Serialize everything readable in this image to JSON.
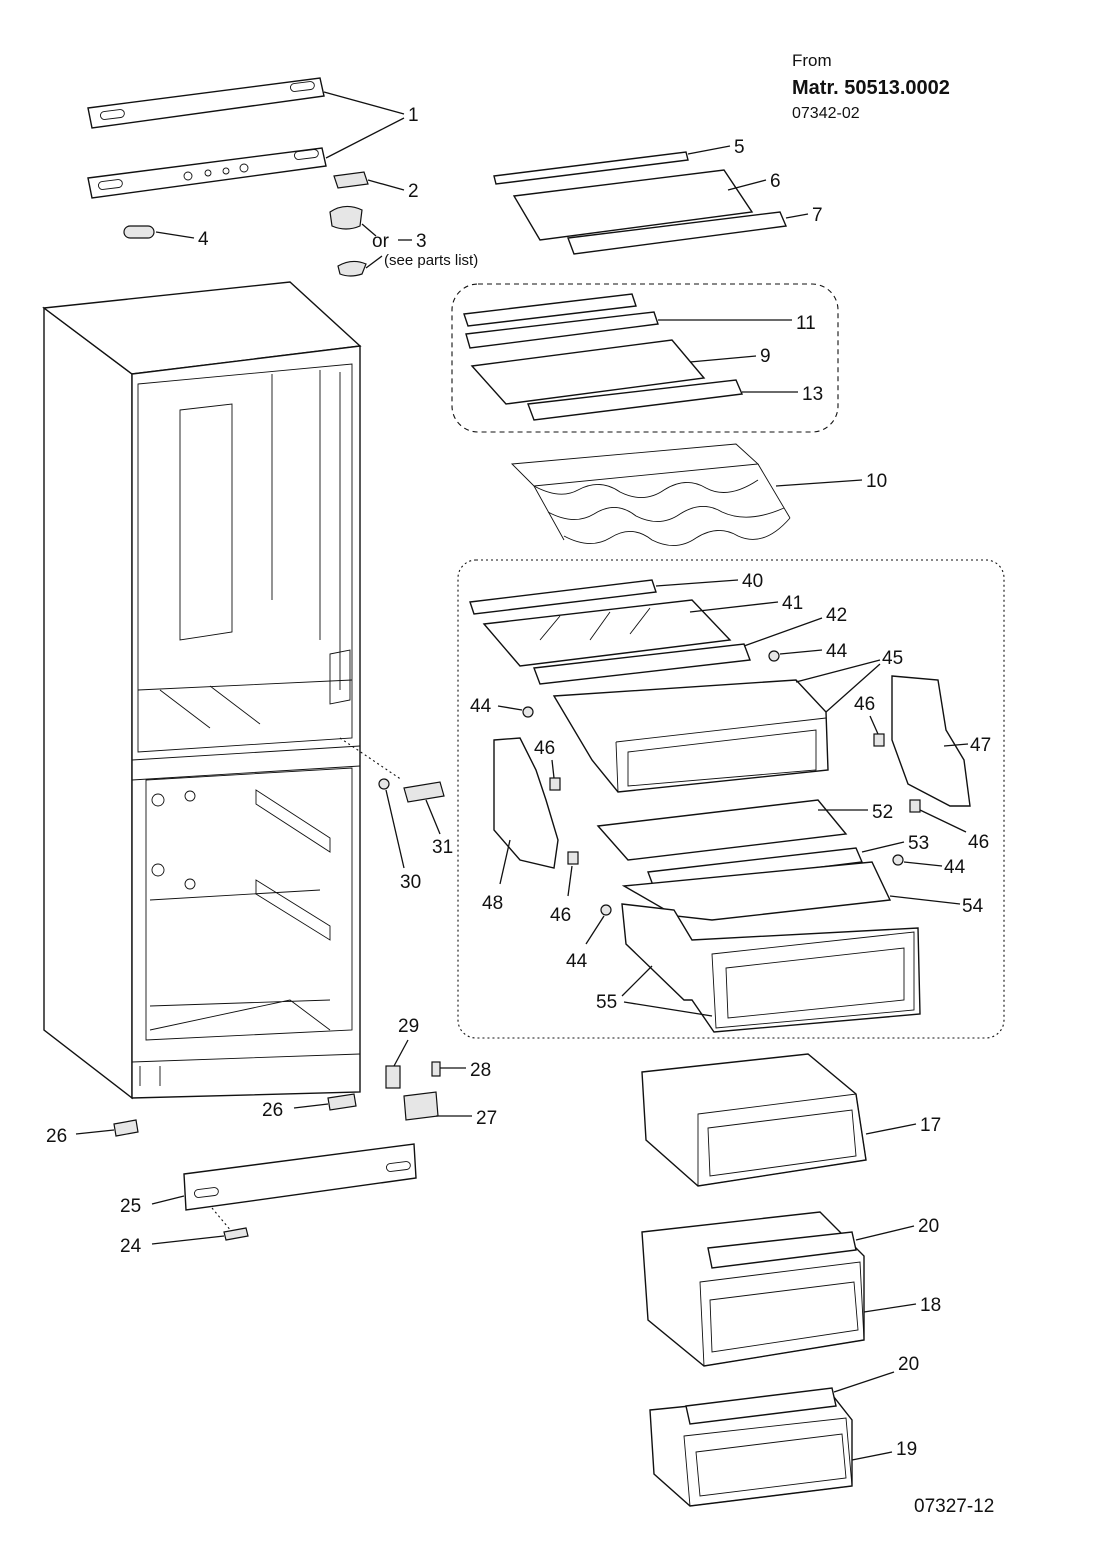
{
  "header": {
    "from_label": "From",
    "material": "Matr. 50513.0002",
    "code": "07342-02"
  },
  "drawing_number": "07327-12",
  "note": "(see parts list)",
  "or_label": "or",
  "callouts": {
    "c1": "1",
    "c2": "2",
    "c3": "3",
    "c4": "4",
    "c5": "5",
    "c6": "6",
    "c7": "7",
    "c9": "9",
    "c10": "10",
    "c11": "11",
    "c13": "13",
    "c17": "17",
    "c18": "18",
    "c19": "19",
    "c20a": "20",
    "c20b": "20",
    "c24": "24",
    "c25": "25",
    "c26a": "26",
    "c26b": "26",
    "c27": "27",
    "c28": "28",
    "c29": "29",
    "c30": "30",
    "c31": "31",
    "c40": "40",
    "c41": "41",
    "c42": "42",
    "c44a": "44",
    "c44b": "44",
    "c44c": "44",
    "c44d": "44",
    "c45": "45",
    "c46a": "46",
    "c46b": "46",
    "c46c": "46",
    "c46d": "46",
    "c47": "47",
    "c48": "48",
    "c52": "52",
    "c53": "53",
    "c54": "54",
    "c55": "55"
  },
  "colors": {
    "line": "#111111",
    "background": "#ffffff",
    "fill": "#e6e6e6"
  }
}
